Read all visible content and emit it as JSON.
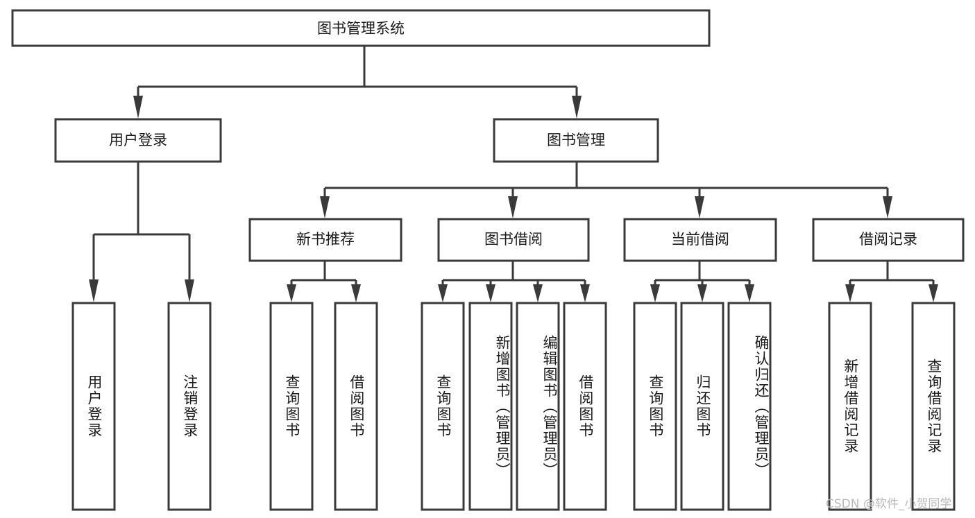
{
  "diagram": {
    "type": "hierarchy-tree",
    "title": "图书管理系统",
    "watermark": "CSDN @软件_小贺同学",
    "colors": {
      "stroke": "#3a3a3a",
      "fill": "#ffffff",
      "text": "#1a1a1a",
      "watermark": "#b9b9b9"
    },
    "nodes": {
      "root": {
        "label": "图书管理系统",
        "orientation": "horizontal"
      },
      "level2": [
        {
          "id": "user-login",
          "label": "用户登录",
          "orientation": "horizontal"
        },
        {
          "id": "book-manage",
          "label": "图书管理",
          "orientation": "horizontal"
        }
      ],
      "level3": [
        {
          "id": "new-book-rec",
          "label": "新书推荐",
          "orientation": "horizontal"
        },
        {
          "id": "book-borrow",
          "label": "图书借阅",
          "orientation": "horizontal"
        },
        {
          "id": "current-borrow",
          "label": "当前借阅",
          "orientation": "horizontal"
        },
        {
          "id": "borrow-record",
          "label": "借阅记录",
          "orientation": "horizontal"
        }
      ],
      "leaves": [
        {
          "id": "leaf-user-login",
          "parent": "user-login",
          "label": "用户登录",
          "orientation": "vertical"
        },
        {
          "id": "leaf-logout",
          "parent": "user-login",
          "label": "注销登录",
          "orientation": "vertical"
        },
        {
          "id": "leaf-query-book-1",
          "parent": "new-book-rec",
          "label": "查询图书",
          "orientation": "vertical"
        },
        {
          "id": "leaf-borrow-book-1",
          "parent": "new-book-rec",
          "label": "借阅图书",
          "orientation": "vertical"
        },
        {
          "id": "leaf-query-book-2",
          "parent": "book-borrow",
          "label": "查询图书",
          "orientation": "vertical"
        },
        {
          "id": "leaf-add-book",
          "parent": "book-borrow",
          "label": "新增图书（管理员）",
          "orientation": "vertical"
        },
        {
          "id": "leaf-edit-book",
          "parent": "book-borrow",
          "label": "编辑图书（管理员）",
          "orientation": "vertical"
        },
        {
          "id": "leaf-borrow-book-2",
          "parent": "book-borrow",
          "label": "借阅图书",
          "orientation": "vertical"
        },
        {
          "id": "leaf-query-book-3",
          "parent": "current-borrow",
          "label": "查询图书",
          "orientation": "vertical"
        },
        {
          "id": "leaf-return-book",
          "parent": "current-borrow",
          "label": "归还图书",
          "orientation": "vertical"
        },
        {
          "id": "leaf-confirm-return",
          "parent": "current-borrow",
          "label": "确认归还（管理员）",
          "orientation": "vertical"
        },
        {
          "id": "leaf-add-record",
          "parent": "borrow-record",
          "label": "新增借阅记录",
          "orientation": "vertical"
        },
        {
          "id": "leaf-query-record",
          "parent": "borrow-record",
          "label": "查询借阅记录",
          "orientation": "vertical"
        }
      ]
    }
  }
}
